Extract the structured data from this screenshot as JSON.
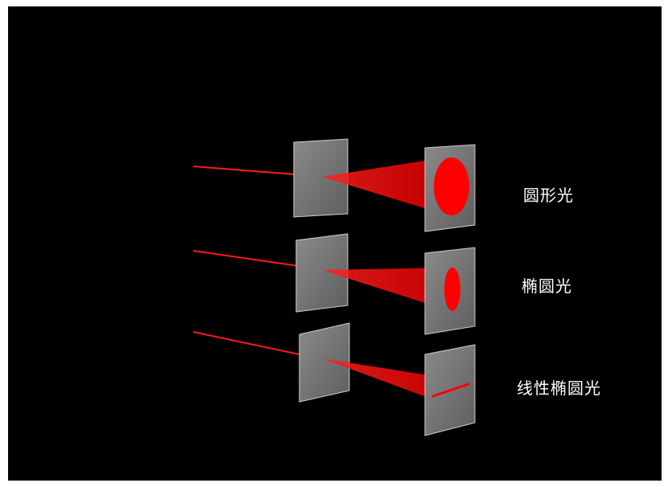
{
  "colors": {
    "background": "#000000",
    "beam": "#ff1a1a",
    "spot": "#ff0000",
    "plate": "#7a7a7a",
    "label": "#ffffff"
  },
  "rows": [
    {
      "label": "圆形光",
      "spot_shape": "circle"
    },
    {
      "label": "椭圆光",
      "spot_shape": "ellipse"
    },
    {
      "label": "线性椭圆光",
      "spot_shape": "line"
    }
  ]
}
